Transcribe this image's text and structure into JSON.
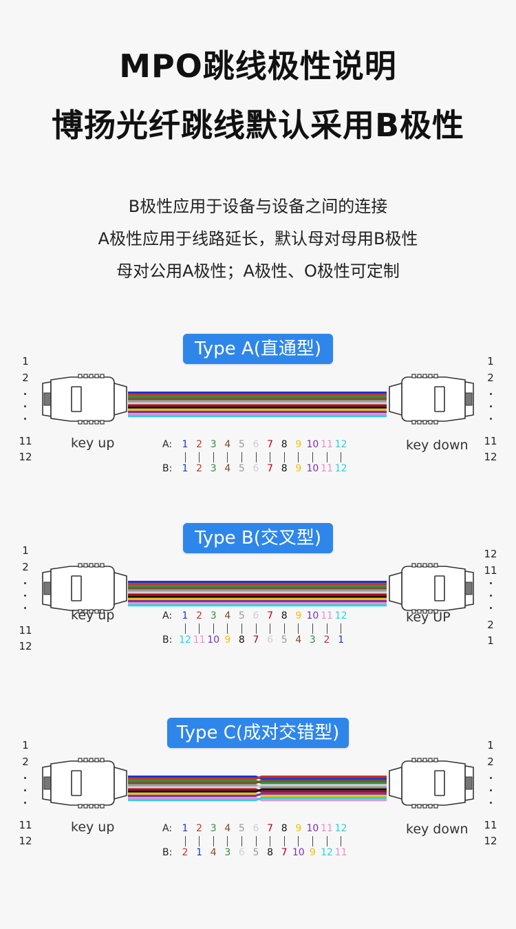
{
  "header": {
    "title1": "MPO跳线极性说明",
    "title2": "博扬光纤跳线默认采用B极性",
    "line1": "B极性应用于设备与设备之间的连接",
    "line2": "A极性应用于线路延长，默认母对母用B极性",
    "line3": "母对公用A极性；A极性、O极性可定制"
  },
  "fiber_colors": [
    "#1b35c9",
    "#c9302c",
    "#2e8b3a",
    "#7a4a24",
    "#999999",
    "#d0d0d0",
    "#b1001a",
    "#111111",
    "#f2c200",
    "#7a2fb8",
    "#e98fd0",
    "#27d3e0"
  ],
  "row_labels": {
    "a": "A:",
    "b": "B:"
  },
  "sections": [
    {
      "badge": "Type A(直通型)",
      "left_key": "key up",
      "right_key": "key down",
      "left_nums": [
        "1",
        "2",
        "11",
        "12"
      ],
      "right_nums": [
        "1",
        "2",
        "11",
        "12"
      ],
      "a": [
        1,
        2,
        3,
        4,
        5,
        6,
        7,
        8,
        9,
        10,
        11,
        12
      ],
      "b": [
        1,
        2,
        3,
        4,
        5,
        6,
        7,
        8,
        9,
        10,
        11,
        12
      ]
    },
    {
      "badge": "Type B(交叉型)",
      "left_key": "key up",
      "right_key": "key UP",
      "left_nums": [
        "1",
        "2",
        "11",
        "12"
      ],
      "right_nums": [
        "12",
        "11",
        "2",
        "1"
      ],
      "a": [
        1,
        2,
        3,
        4,
        5,
        6,
        7,
        8,
        9,
        10,
        11,
        12
      ],
      "b": [
        12,
        11,
        10,
        9,
        8,
        7,
        6,
        5,
        4,
        3,
        2,
        1
      ]
    },
    {
      "badge": "Type C(成对交错型)",
      "left_key": "key up",
      "right_key": "key down",
      "left_nums": [
        "1",
        "2",
        "11",
        "12"
      ],
      "right_nums": [
        "1",
        "2",
        "11",
        "12"
      ],
      "a": [
        1,
        2,
        3,
        4,
        5,
        6,
        7,
        8,
        9,
        10,
        11,
        12
      ],
      "b": [
        2,
        1,
        4,
        3,
        6,
        5,
        8,
        7,
        10,
        9,
        12,
        11
      ]
    }
  ]
}
